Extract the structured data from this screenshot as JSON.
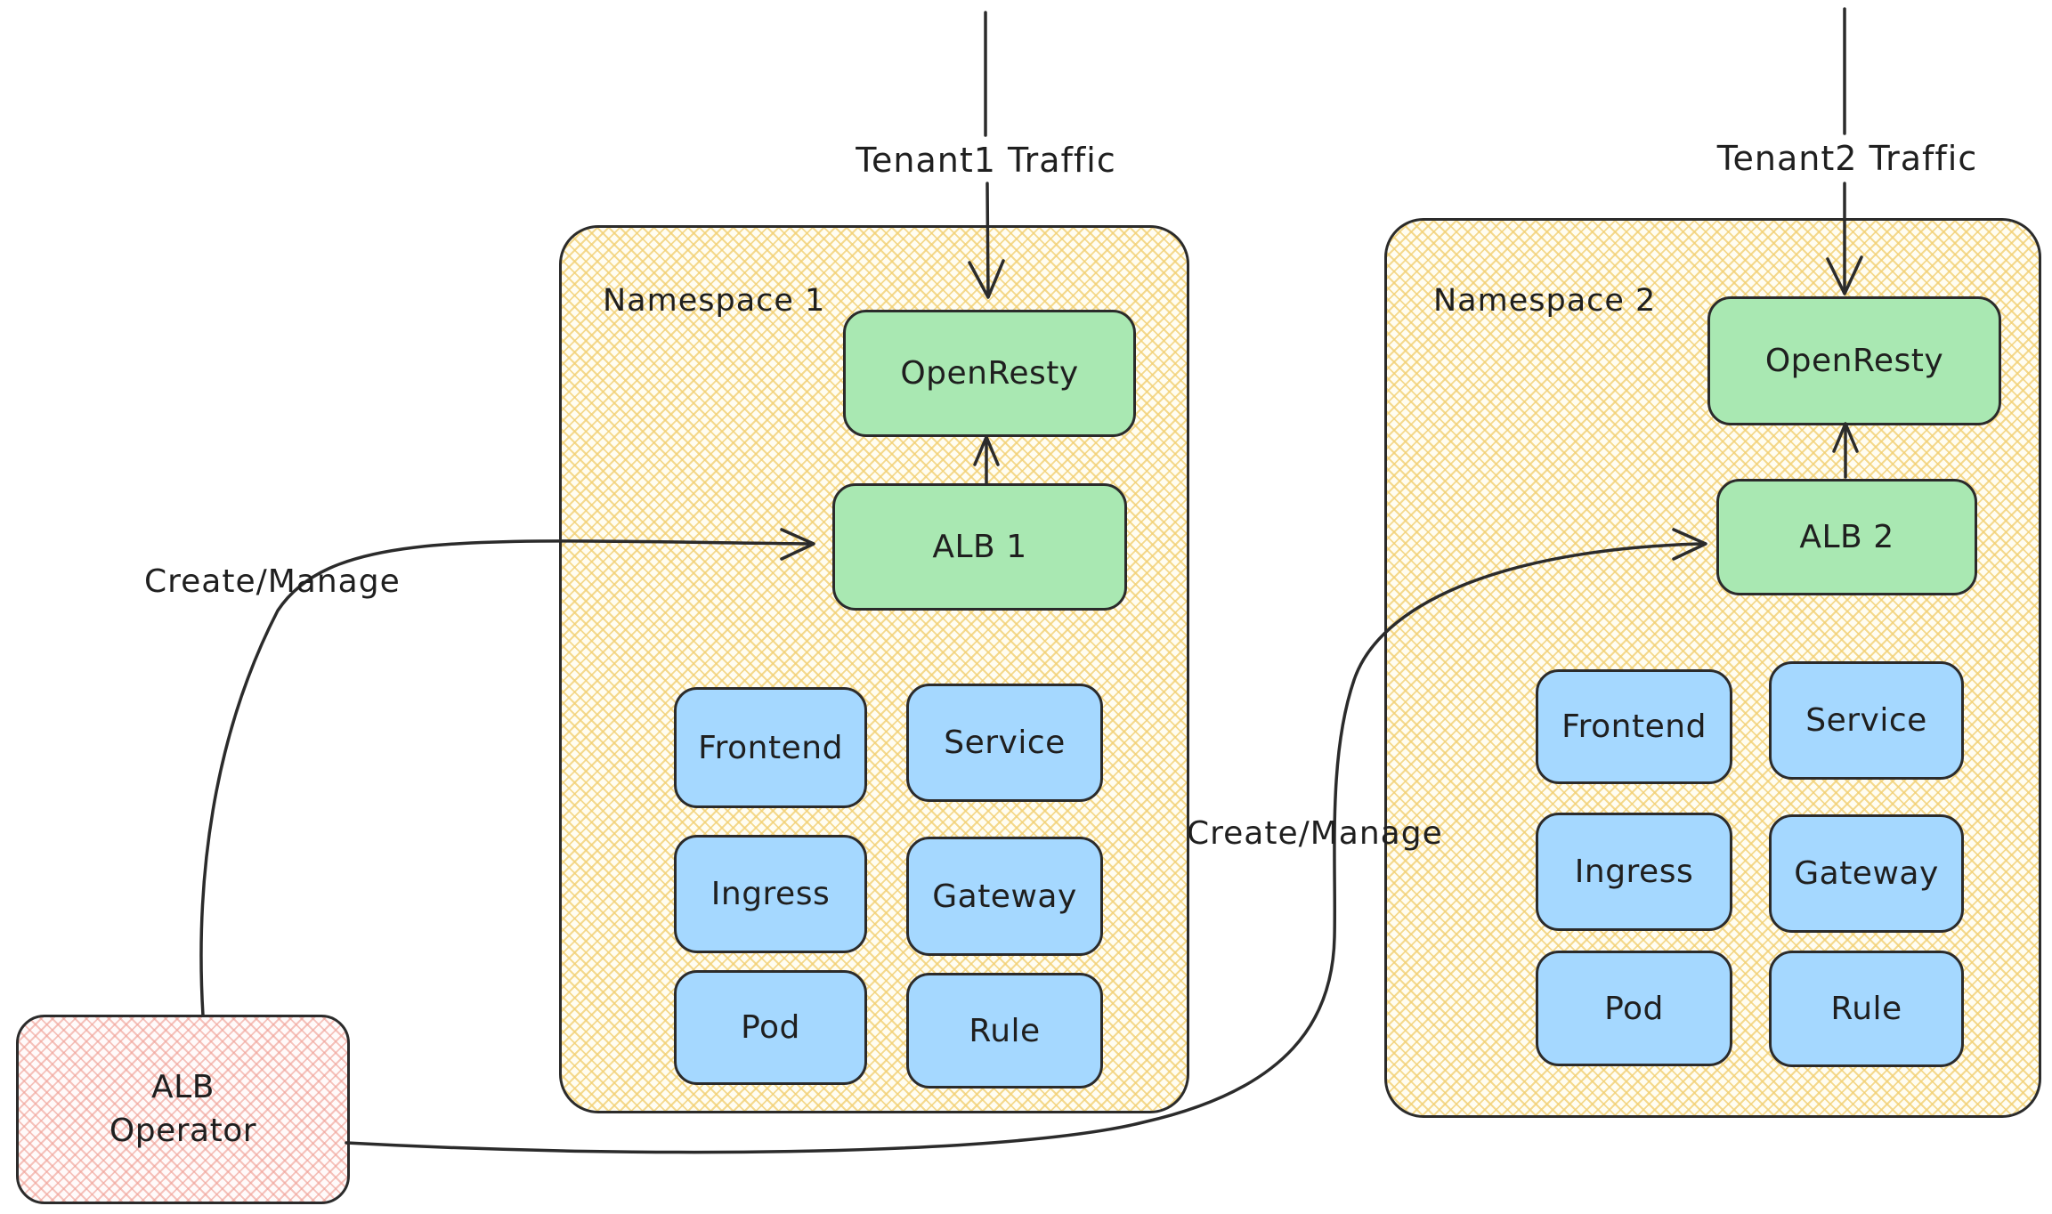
{
  "colors": {
    "stroke": "#2b2b2b",
    "green_fill": "#a9e8b2",
    "blue_fill": "#a5d8ff",
    "yellow_hatch_line": "rgba(242,208,116,0.8)",
    "pink_hatch_line": "rgba(240,163,153,0.65)"
  },
  "labels": {
    "tenant1_traffic": "Tenant1 Traffic",
    "tenant2_traffic": "Tenant2 Traffic",
    "create_manage_left": "Create/Manage",
    "create_manage_right": "Create/Manage"
  },
  "namespace1": {
    "title": "Namespace 1",
    "openresty": "OpenResty",
    "alb": "ALB 1",
    "resources": [
      "Frontend",
      "Service",
      "Ingress",
      "Gateway",
      "Pod",
      "Rule"
    ]
  },
  "namespace2": {
    "title": "Namespace 2",
    "openresty": "OpenResty",
    "alb": "ALB 2",
    "resources": [
      "Frontend",
      "Service",
      "Ingress",
      "Gateway",
      "Pod",
      "Rule"
    ]
  },
  "operator": {
    "line1": "ALB",
    "line2": "Operator"
  }
}
